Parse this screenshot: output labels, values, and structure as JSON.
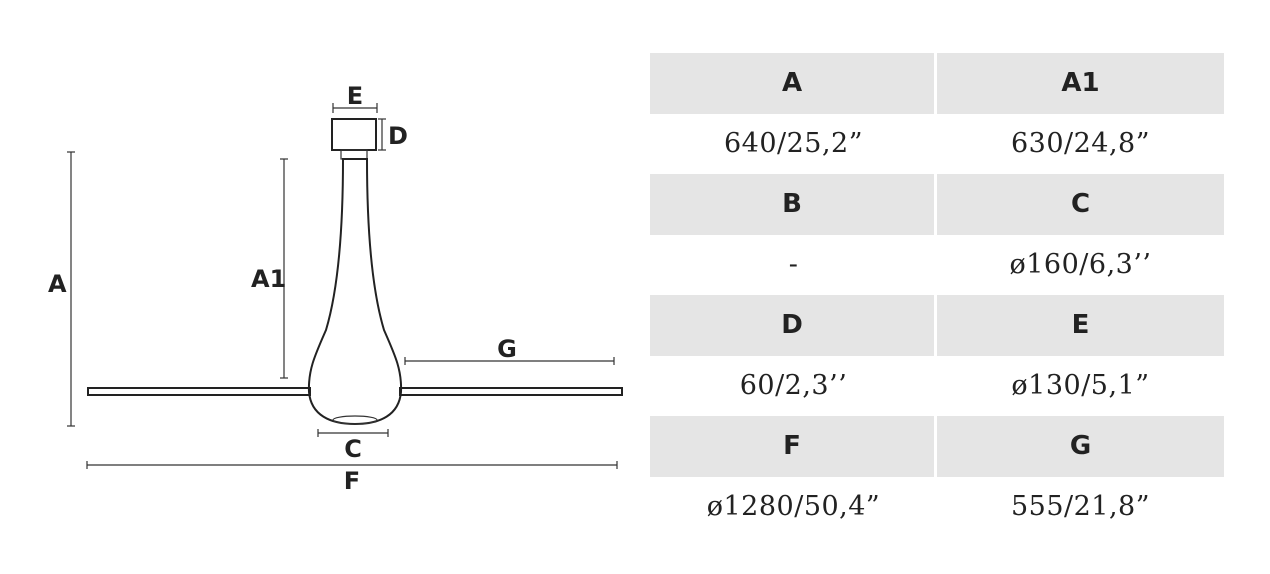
{
  "diagram": {
    "labels": {
      "e": "E",
      "d": "D",
      "a": "A",
      "a1": "A1",
      "g": "G",
      "c": "C",
      "f": "F"
    }
  },
  "table": {
    "rows": [
      {
        "left": "A",
        "right": "A1",
        "kind": "head"
      },
      {
        "left": "640/25,2”",
        "right": "630/24,8”",
        "kind": "val"
      },
      {
        "left": "B",
        "right": "C",
        "kind": "head"
      },
      {
        "left": "-",
        "right": "ø160/6,3’’",
        "kind": "val"
      },
      {
        "left": "D",
        "right": "E",
        "kind": "head"
      },
      {
        "left": "60/2,3’’",
        "right": "ø130/5,1”",
        "kind": "val"
      },
      {
        "left": "F",
        "right": "G",
        "kind": "head"
      },
      {
        "left": "ø1280/50,4”",
        "right": "555/21,8”",
        "kind": "val"
      }
    ]
  }
}
